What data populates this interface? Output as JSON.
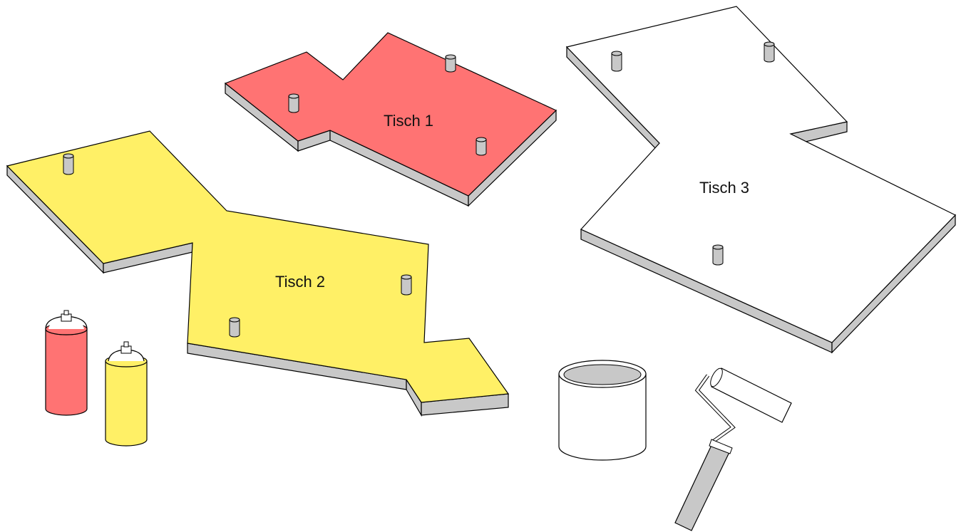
{
  "tables": [
    {
      "id": "tisch-1",
      "label": "Tisch 1",
      "color": "#ff7373"
    },
    {
      "id": "tisch-2",
      "label": "Tisch 2",
      "color": "#fff066"
    },
    {
      "id": "tisch-3",
      "label": "Tisch 3",
      "color": "#ffffff"
    }
  ],
  "colors": {
    "side": "#c8c8c8",
    "peg": "#c8c8c8",
    "stroke": "#000000",
    "spray_red": "#ff7373",
    "spray_yellow": "#fff066",
    "paint_can": "#ffffff",
    "roller_handle": "#c8c8c8"
  },
  "tools": [
    {
      "id": "spray-can-red",
      "icon": "spray-can-icon"
    },
    {
      "id": "spray-can-yellow",
      "icon": "spray-can-icon"
    },
    {
      "id": "paint-can",
      "icon": "paint-bucket-icon"
    },
    {
      "id": "paint-roller",
      "icon": "paint-roller-icon"
    }
  ]
}
